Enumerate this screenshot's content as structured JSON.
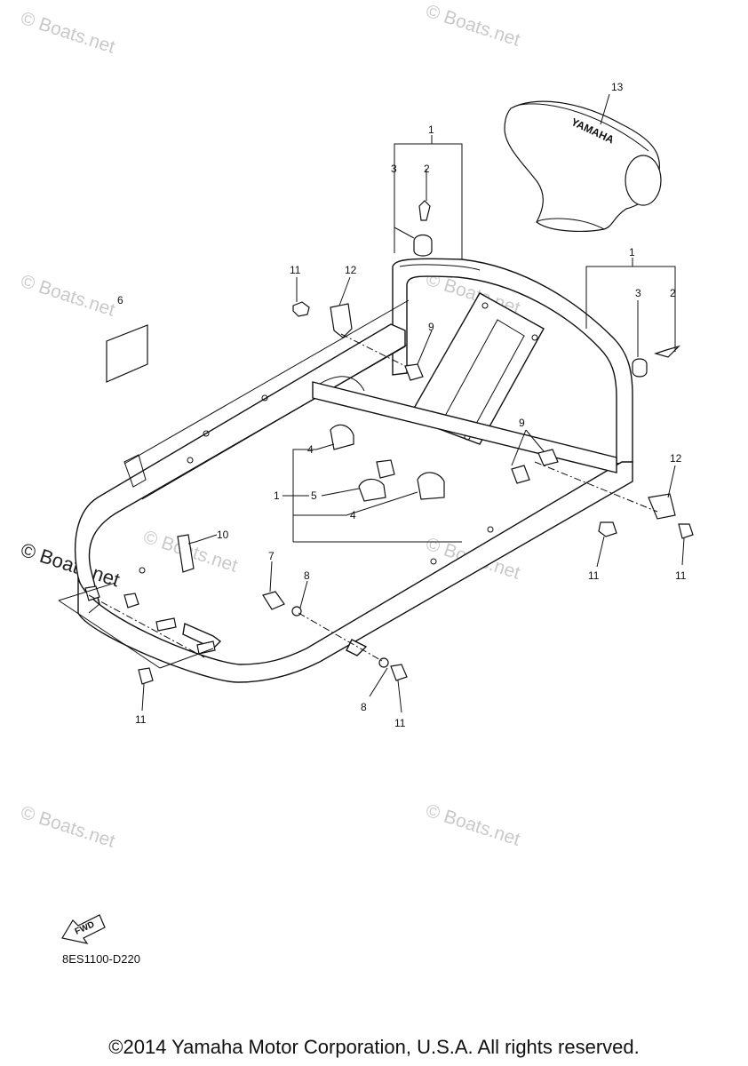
{
  "watermarks": [
    "© Boats.net",
    "© Boats.net",
    "© Boats.net",
    "© Boats.net",
    "© Boats.net",
    "© Boats.net",
    "© Boats.net",
    "© Boats.net"
  ],
  "watermark_prominent": "© Boats.net",
  "callouts": {
    "c13": "13",
    "c1_top": "1",
    "c2_top": "2",
    "c3_top": "3",
    "c11_a": "11",
    "c12_a": "12",
    "c6": "6",
    "c9_a": "9",
    "c1_right": "1",
    "c3_right": "3",
    "c2_right": "2",
    "c4_a": "4",
    "c1_left": "1",
    "c5": "5",
    "c4_b": "4",
    "c9_b": "9",
    "c12_b": "12",
    "c10": "10",
    "c7": "7",
    "c8_a": "8",
    "c11_b": "11",
    "c11_c": "11",
    "c11_d": "11",
    "c8_b": "8",
    "c11_e": "11"
  },
  "cover_text": "YAMAHA",
  "fwd_label": "FWD",
  "diagram_code": "8ES1100-D220",
  "copyright": "©2014 Yamaha Motor Corporation, U.S.A. All rights reserved."
}
